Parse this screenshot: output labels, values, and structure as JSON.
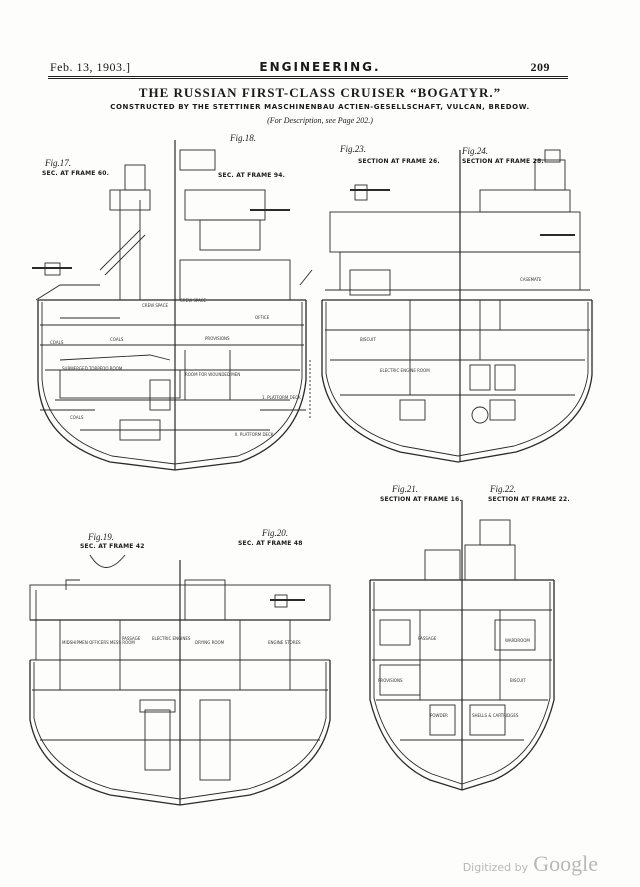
{
  "header": {
    "date": "Feb. 13, 1903.]",
    "journal": "ENGINEERING.",
    "page": "209"
  },
  "article": {
    "title": "THE RUSSIAN FIRST-CLASS CRUISER “BOGATYR.”",
    "subtitle": "CONSTRUCTED BY THE STETTINER MASCHINENBAU ACTIEN-GESELLSCHAFT, VULCAN, BREDOW.",
    "description_note": "(For Description, see Page 202.)"
  },
  "figures": {
    "fig17": {
      "label": "Fig.17.",
      "caption": "SEC. AT FRAME 60."
    },
    "fig18": {
      "label": "Fig.18.",
      "caption": "SEC. AT FRAME 94."
    },
    "fig23": {
      "label": "Fig.23.",
      "caption": "SECTION AT FRAME 26."
    },
    "fig24": {
      "label": "Fig.24.",
      "caption": "SECTION AT FRAME 28."
    },
    "fig19": {
      "label": "Fig.19.",
      "caption": "SEC. AT FRAME 42"
    },
    "fig20": {
      "label": "Fig.20.",
      "caption": "SEC. AT FRAME 48"
    },
    "fig21": {
      "label": "Fig.21.",
      "caption": "SECTION AT FRAME 16."
    },
    "fig22": {
      "label": "Fig.22.",
      "caption": "SECTION AT FRAME 22."
    }
  },
  "room_labels": {
    "crew_space_a": "CREW SPACE",
    "crew_space_b": "CREW SPACE",
    "coals_1": "COALS",
    "coals_2": "COALS",
    "coals_3": "COALS",
    "provisions": "PROVISIONS",
    "torpedo_room": "SUBMERGED TORPEDO ROOM",
    "room_wounded": "ROOM FOR WOUNDED MEN",
    "office": "OFFICE",
    "platform_deck_1": "1. PLATFORM DECK",
    "platform_deck_2": "II. PLATFORM DECK",
    "casemate": "CASEMATE",
    "biscuit": "BISCUIT",
    "electric_engine_room": "ELECTRIC ENGINE ROOM",
    "midshipmen_mess": "MIDSHIPMEN OFFICERS MESS ROOM",
    "passage_1": "PASSAGE",
    "passage_2": "PASSAGE",
    "electric_engines": "ELECTRIC ENGINES",
    "drying_room": "DRYING ROOM",
    "engine_stores": "ENGINE STORES",
    "wardroom": "WARDROOM",
    "provisions_2": "PROVISIONS",
    "biscuit_2": "BISCUIT",
    "powder": "POWDER",
    "shells": "SHELLS & CARTRIDGES"
  },
  "watermark": {
    "prefix": "Digitized by",
    "brand": "Google"
  },
  "colors": {
    "ink": "#1a1a1a",
    "paper": "#fdfdfb",
    "watermark": "#b8b8b8"
  }
}
